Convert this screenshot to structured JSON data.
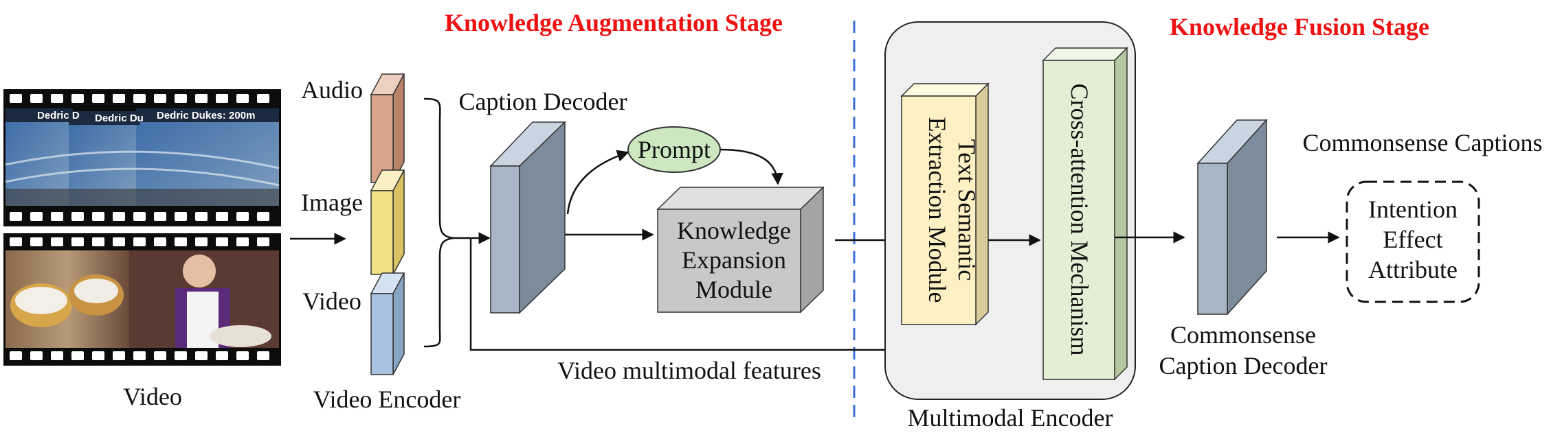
{
  "stages": {
    "augmentation": "Knowledge Augmentation Stage",
    "fusion": "Knowledge Fusion Stage"
  },
  "video_input": {
    "label": "Video",
    "frame_caption_1": "Dedric D",
    "frame_caption_2": "Dedric Du",
    "frame_caption_3": "Dedric Dukes: 200m"
  },
  "video_encoder": {
    "label": "Video Encoder",
    "modalities": [
      "Audio",
      "Image",
      "Video"
    ]
  },
  "caption_decoder": {
    "label": "Caption Decoder"
  },
  "prompt": {
    "label": "Prompt"
  },
  "knowledge_expansion": {
    "lines": [
      "Knowledge",
      "Expansion",
      "Module"
    ]
  },
  "video_features": {
    "label": "Video multimodal features"
  },
  "multimodal_encoder": {
    "label": "Multimodal Encoder",
    "text_semantic": [
      "Text Semantic",
      "Extraction Module"
    ],
    "cross_attention": "Cross-attention Mechanism"
  },
  "commonsense_decoder": {
    "lines": [
      "Commonsense",
      "Caption Decoder"
    ]
  },
  "commonsense_captions": {
    "title": "Commonsense Captions",
    "items": [
      "Intention",
      "Effect",
      "Attribute"
    ]
  },
  "colors": {
    "stage_title": "#ee1111",
    "audio": "#d9a58a",
    "image": "#f3df86",
    "video": "#a9c2e0",
    "decoder": "#a7b5c6",
    "prompt": "#cde8c0",
    "expansion": "#c8c8c8",
    "text_semantic": "#fdf1c4",
    "cross_attention": "#e3efd5",
    "encoder_bg": "#efefef",
    "divider": "#3a6fd8"
  }
}
